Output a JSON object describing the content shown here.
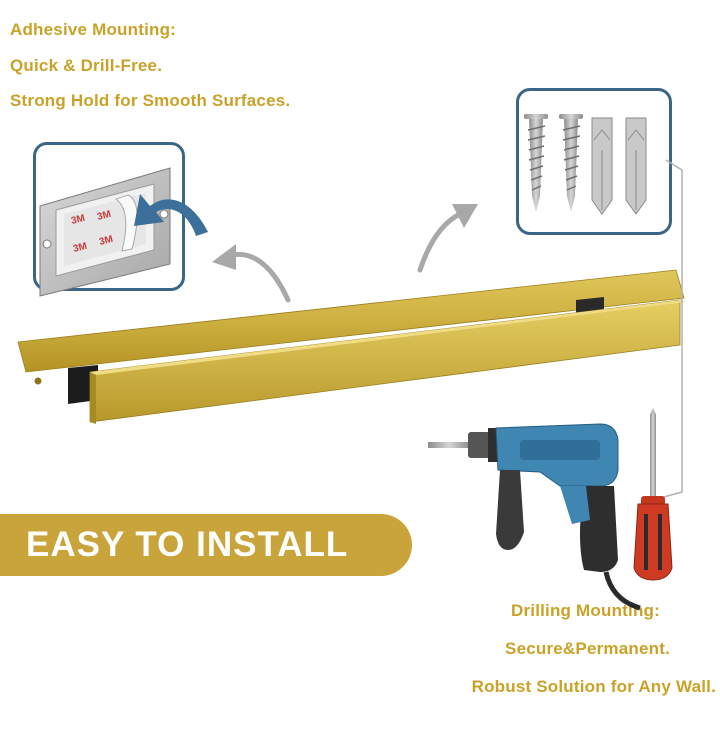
{
  "adhesive_mounting": {
    "heading": "Adhesive Mounting:",
    "line_1": "Quick & Drill-Free.",
    "line_2": "Strong Hold for Smooth Surfaces."
  },
  "banner": {
    "label": "EASY TO INSTALL"
  },
  "drilling_mounting": {
    "heading": "Drilling Mounting:",
    "line_1": "Secure&Permanent.",
    "line_2": "Robust Solution for Any Wall."
  },
  "adhesive_tape": {
    "brand_mark": "3M"
  },
  "colors": {
    "gold_text": "#c9a227",
    "gold_banner": "#c8a43a",
    "inset_border": "#3a6584",
    "arrow": "#3c6f9a",
    "drill_blue": "#3f86b3"
  }
}
